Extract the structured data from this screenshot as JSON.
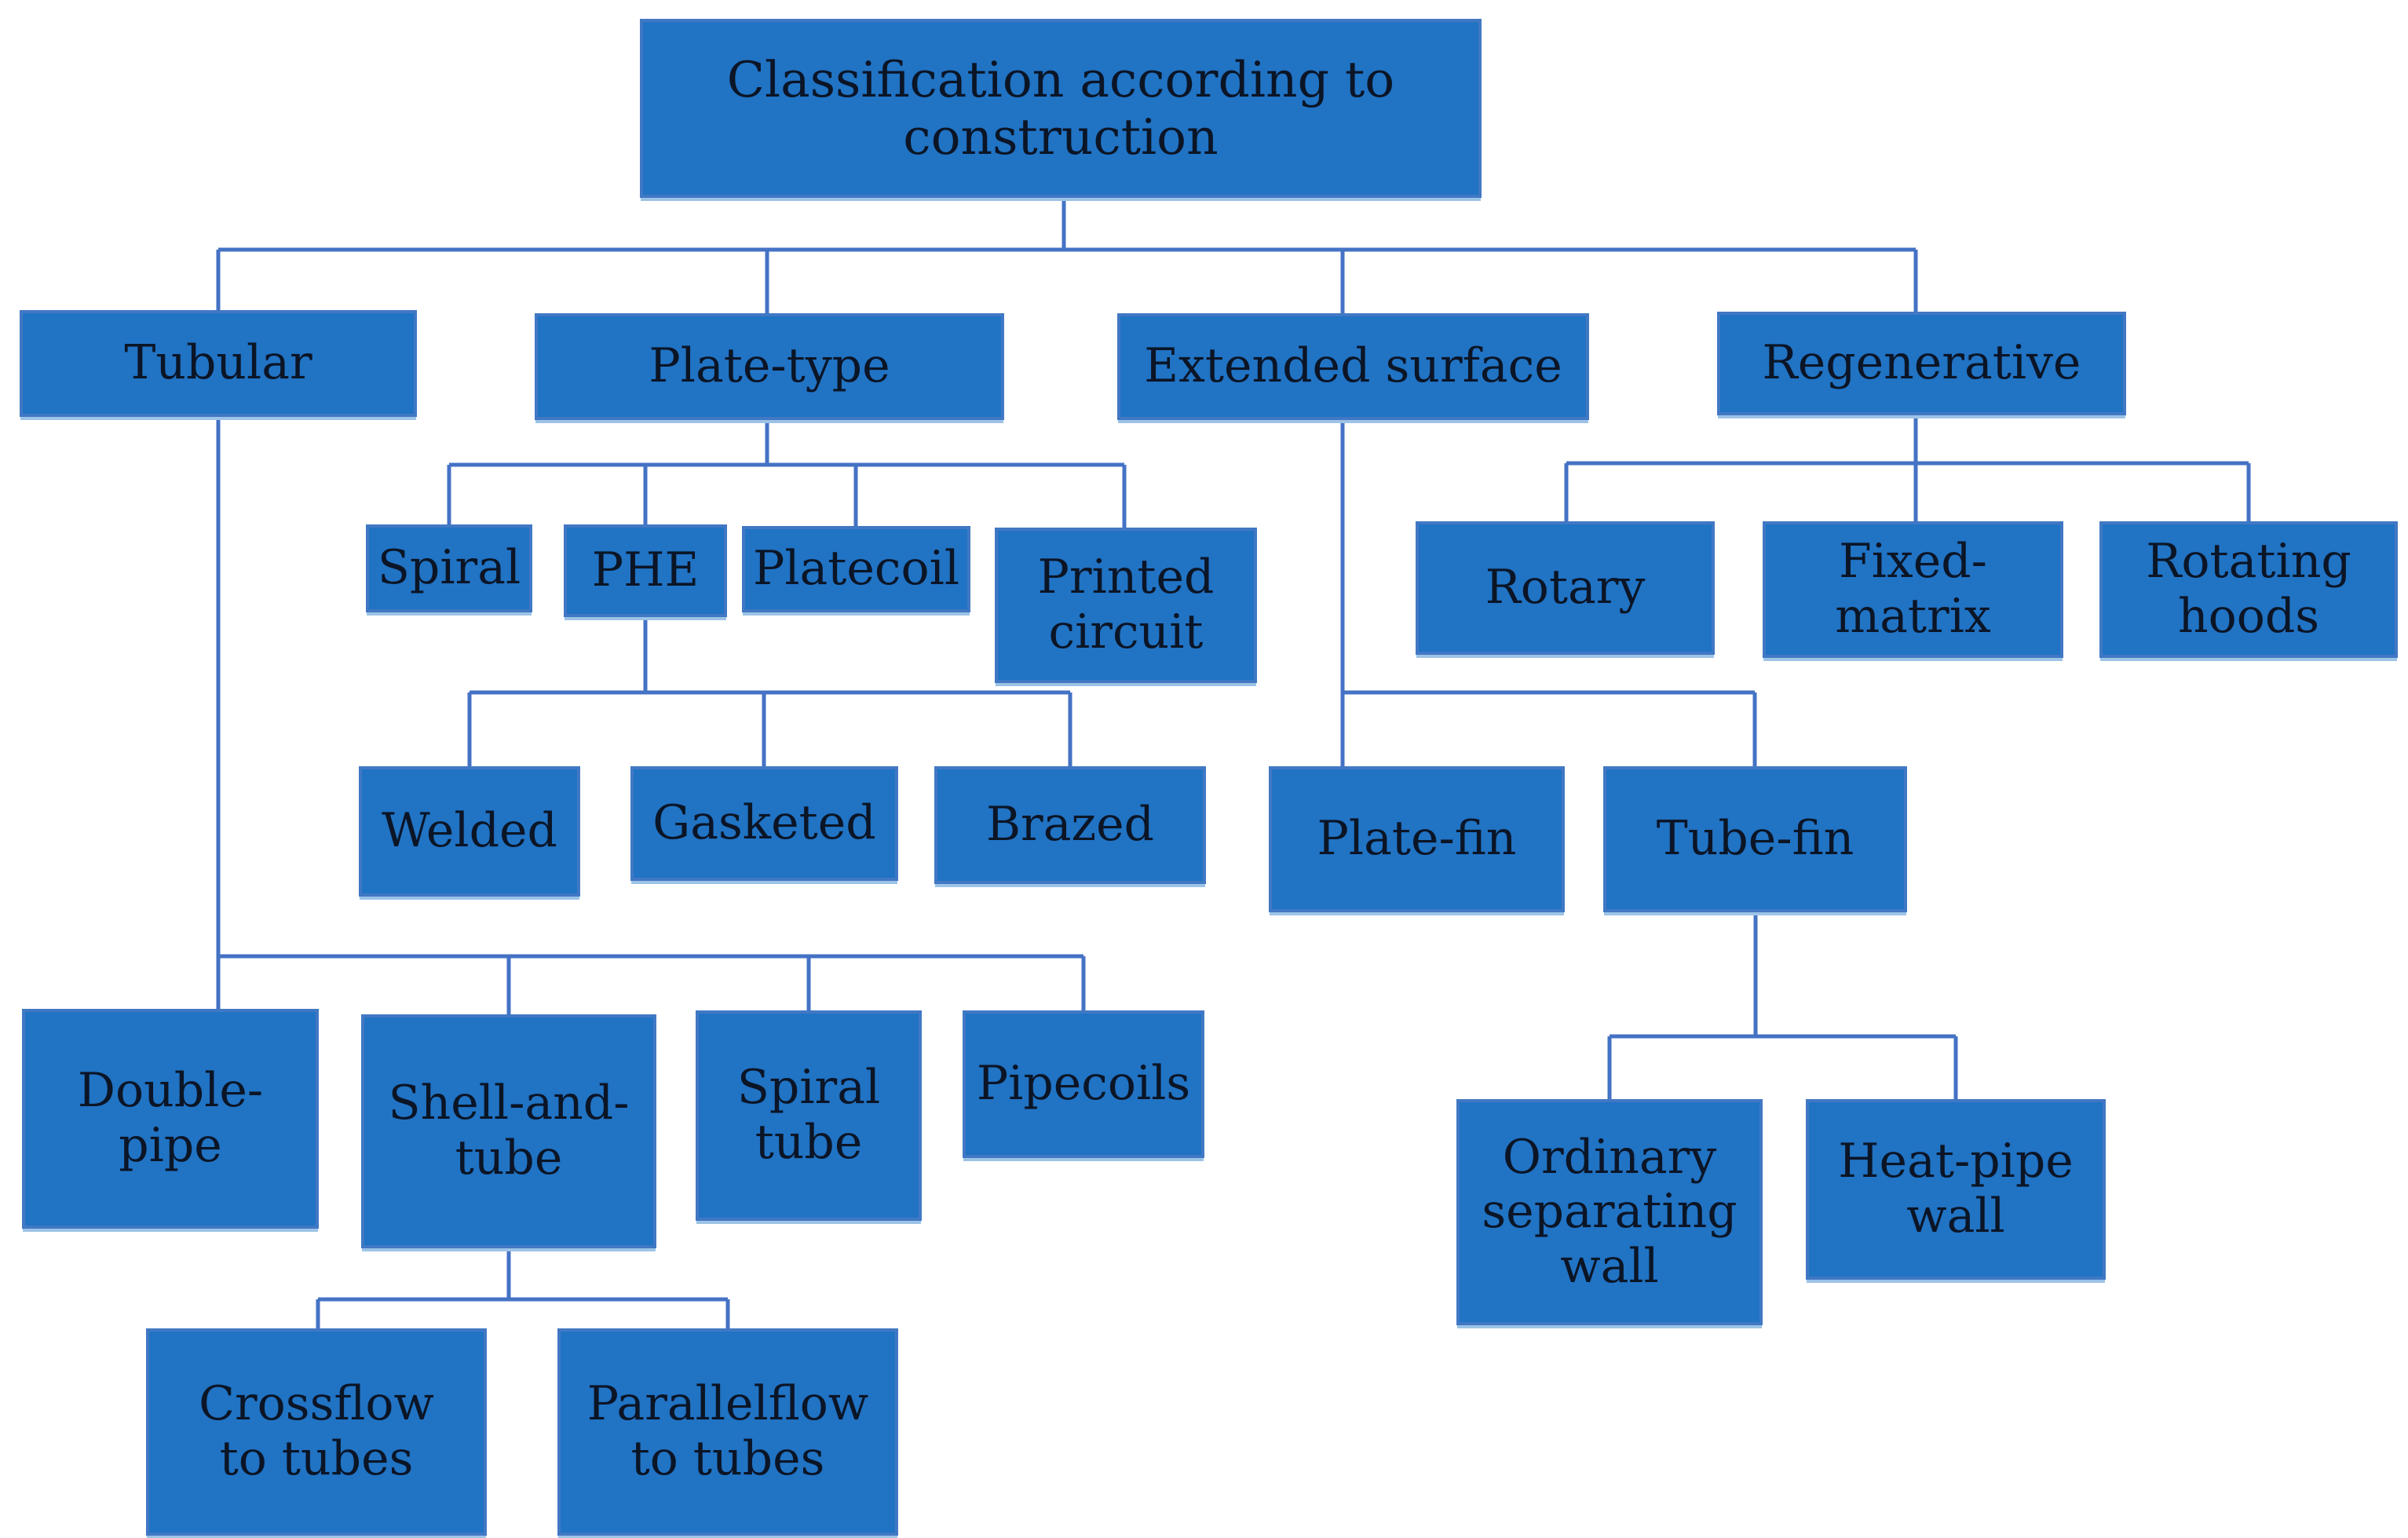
{
  "diagram": {
    "nodes": {
      "root": {
        "label": "Classification according to\nconstruction"
      },
      "tubular": {
        "label": "Tubular"
      },
      "plate_type": {
        "label": "Plate-type"
      },
      "extended_surface": {
        "label": "Extended surface"
      },
      "regenerative": {
        "label": "Regenerative"
      },
      "spiral": {
        "label": "Spiral"
      },
      "phe": {
        "label": "PHE"
      },
      "platecoil": {
        "label": "Platecoil"
      },
      "printed_circuit": {
        "label": "Printed\ncircuit"
      },
      "rotary": {
        "label": "Rotary"
      },
      "fixed_matrix": {
        "label": "Fixed-\nmatrix"
      },
      "rotating_hoods": {
        "label": "Rotating\nhoods"
      },
      "welded": {
        "label": "Welded"
      },
      "gasketed": {
        "label": "Gasketed"
      },
      "brazed": {
        "label": "Brazed"
      },
      "plate_fin": {
        "label": "Plate-fin"
      },
      "tube_fin": {
        "label": "Tube-fin"
      },
      "double_pipe": {
        "label": "Double-\npipe"
      },
      "shell_and_tube": {
        "label": "Shell-and-\ntube"
      },
      "spiral_tube": {
        "label": "Spiral\ntube"
      },
      "pipecoils": {
        "label": "Pipecoils"
      },
      "ordinary_separating_wall": {
        "label": "Ordinary\nseparating\nwall"
      },
      "heat_pipe_wall": {
        "label": "Heat-pipe\nwall"
      },
      "crossflow_to_tubes": {
        "label": "Crossflow\nto tubes"
      },
      "parallelflow_to_tubes": {
        "label": "Parallelflow\nto tubes"
      }
    },
    "edges": [
      {
        "from": "root",
        "to": "tubular"
      },
      {
        "from": "root",
        "to": "plate_type"
      },
      {
        "from": "root",
        "to": "extended_surface"
      },
      {
        "from": "root",
        "to": "regenerative"
      },
      {
        "from": "plate_type",
        "to": "spiral"
      },
      {
        "from": "plate_type",
        "to": "phe"
      },
      {
        "from": "plate_type",
        "to": "platecoil"
      },
      {
        "from": "plate_type",
        "to": "printed_circuit"
      },
      {
        "from": "phe",
        "to": "welded"
      },
      {
        "from": "phe",
        "to": "gasketed"
      },
      {
        "from": "phe",
        "to": "brazed"
      },
      {
        "from": "extended_surface",
        "to": "plate_fin"
      },
      {
        "from": "extended_surface",
        "to": "tube_fin"
      },
      {
        "from": "regenerative",
        "to": "rotary"
      },
      {
        "from": "regenerative",
        "to": "fixed_matrix"
      },
      {
        "from": "regenerative",
        "to": "rotating_hoods"
      },
      {
        "from": "tubular",
        "to": "double_pipe"
      },
      {
        "from": "tubular",
        "to": "shell_and_tube"
      },
      {
        "from": "tubular",
        "to": "spiral_tube"
      },
      {
        "from": "tubular",
        "to": "pipecoils"
      },
      {
        "from": "shell_and_tube",
        "to": "crossflow_to_tubes"
      },
      {
        "from": "shell_and_tube",
        "to": "parallelflow_to_tubes"
      },
      {
        "from": "tube_fin",
        "to": "ordinary_separating_wall"
      },
      {
        "from": "tube_fin",
        "to": "heat_pipe_wall"
      }
    ],
    "colors": {
      "node_fill": "#2173C4",
      "node_border": "#4178C4",
      "node_underline": "#9DC3E6",
      "connector": "#4472C4",
      "text": "#0B1526",
      "background": "#FFFFFF"
    }
  }
}
